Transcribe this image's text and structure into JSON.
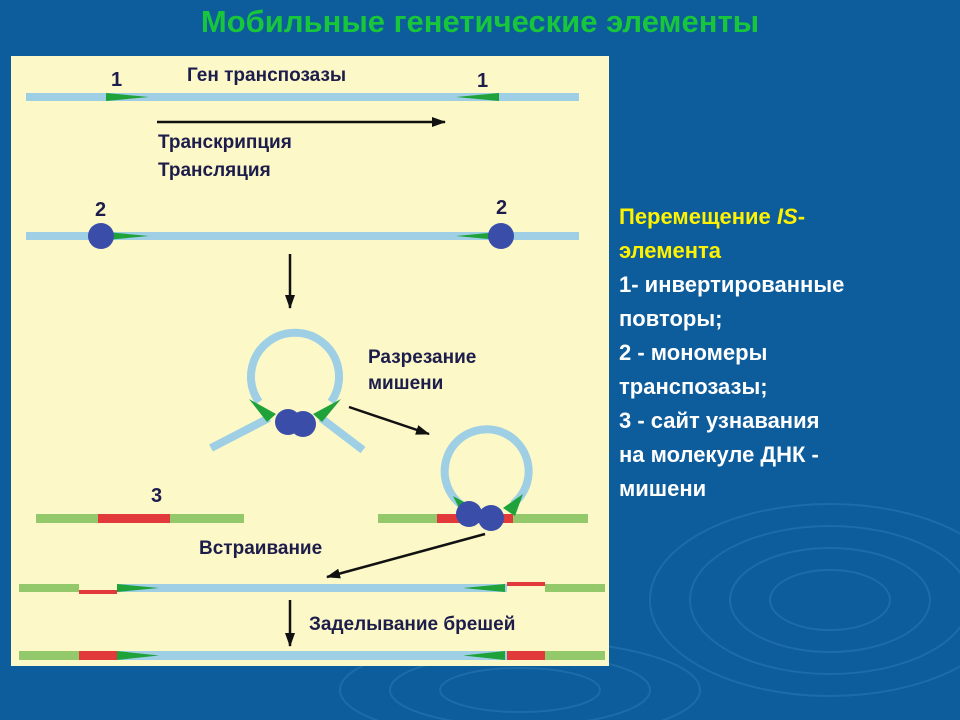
{
  "slide": {
    "title": "Мобильные генетические элементы"
  },
  "diagram": {
    "label_1_left": "1",
    "label_1_right": "1",
    "gene_label": "Ген транспозазы",
    "transcription_label": "Транскрипция",
    "translation_label": "Трансляция",
    "label_2_left": "2",
    "label_2_right": "2",
    "cutting_label_line1": "Разрезание",
    "cutting_label_line2": "мишени",
    "label_3": "3",
    "insertion_label": "Встраивание",
    "gap_filling_label": "Заделывание брешей",
    "colors": {
      "dna": "#9ecfe4",
      "repeat": "#1fa23a",
      "transposase": "#3a4da8",
      "target_dna": "#93c86b",
      "target_site": "#e23a3a"
    }
  },
  "legend": {
    "title_part1": "Перемещение ",
    "title_italic": "IS",
    "title_part2": "-",
    "title_line2": "элемента",
    "item1_line1": "1- инвертированные",
    "item1_line2": "повторы;",
    "item2_line1": "2 - мономеры",
    "item2_line2": "транспозазы;",
    "item3_line1": "3 - сайт узнавания",
    "item3_line2": "на молекуле ДНК -",
    "item3_line3": "мишени"
  }
}
